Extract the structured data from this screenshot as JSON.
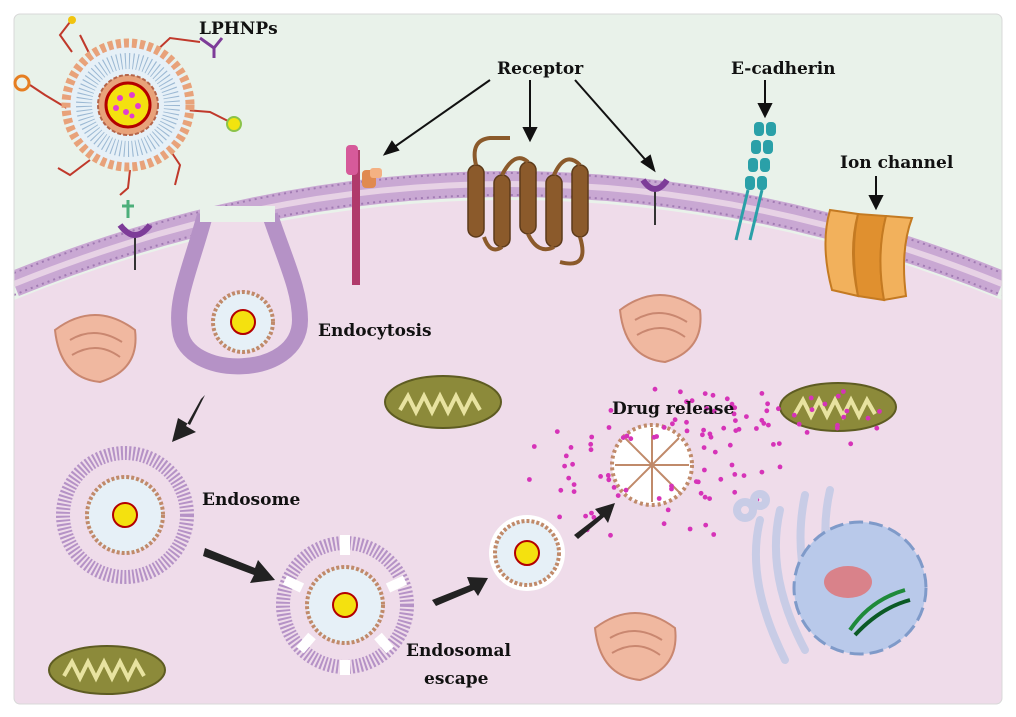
{
  "labels": {
    "lphnps": "LPHNPs",
    "receptor": "Receptor",
    "e_cadherin": "E-cadherin",
    "ion_channel": "Ion channel",
    "endocytosis": "Endocytosis",
    "endosome": "Endosome",
    "endosomal_escape_line1": "Endosomal",
    "endosomal_escape_line2": "escape",
    "drug_release": "Drug release"
  },
  "colors": {
    "cytoplasm": "#efdcea",
    "outside": "#e9f2ea",
    "membrane_head": "#b592c6",
    "nanoparticle_shell": "#e8a27a",
    "core_yellow": "#f4e10f",
    "core_dots": "#e23dd0",
    "gpcr_brown": "#8b5a2b",
    "cadherin_teal": "#2aa0a8",
    "ion_channel": "#f2b15c",
    "mitochondria": "#8c8a3a",
    "golgi": "#c8cce6",
    "nucleus": "#b9c9ea",
    "nucleolus": "#d9828a",
    "dna_green": "#1f8a3a",
    "drug_dots": "#d633b8"
  }
}
